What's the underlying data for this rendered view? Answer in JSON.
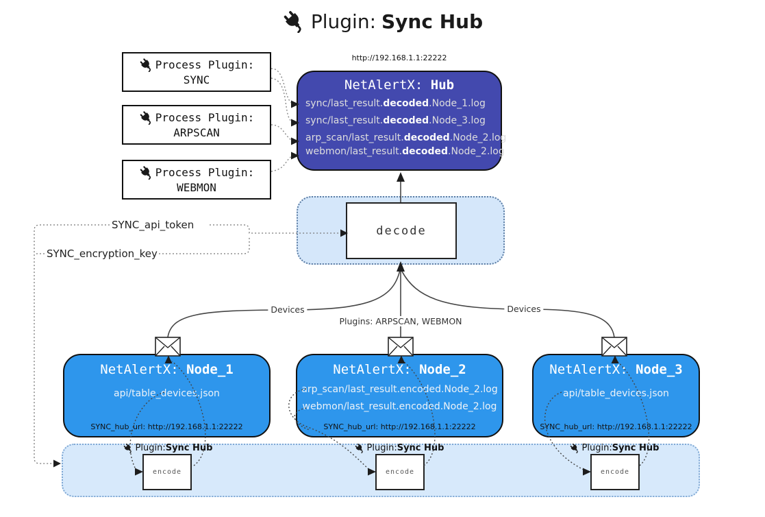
{
  "colors": {
    "hub_fill": "#4349ae",
    "node_fill": "#2e96ec",
    "band_fill": "#d7e9fb",
    "band_border": "#7fa8d4",
    "decode_container_fill": "#d5e7fa",
    "decode_container_border": "#5b7ca3"
  },
  "title": {
    "prefix": "Plugin: ",
    "name": "Sync Hub"
  },
  "process_plugins": [
    {
      "label": "Process Plugin:",
      "name": "SYNC"
    },
    {
      "label": "Process Plugin:",
      "name": "ARPSCAN"
    },
    {
      "label": "Process Plugin:",
      "name": "WEBMON"
    }
  ],
  "hub": {
    "url": "http://192.168.1.1:22222",
    "title_prefix": "NetAlertX: ",
    "title_name": "Hub",
    "logs": [
      {
        "pre": "sync/last_result.",
        "bold": "decoded",
        "post": ".Node_1.log"
      },
      {
        "pre": "sync/last_result.",
        "bold": "decoded",
        "post": ".Node_3.log"
      },
      {
        "pre": "arp_scan/last_result.",
        "bold": "decoded",
        "post": ".Node_2.log"
      },
      {
        "pre": "webmon/last_result.",
        "bold": "decoded",
        "post": ".Node_2.log"
      }
    ]
  },
  "decode_label": "decode",
  "config_labels": {
    "api_token": "SYNC_api_token",
    "encryption_key": "SYNC_encryption_key"
  },
  "edge_labels": {
    "devices_left": "Devices",
    "plugins_middle": "Plugins: ARPSCAN, WEBMON",
    "devices_right": "Devices"
  },
  "nodes": [
    {
      "title_prefix": "NetAlertX: ",
      "title_name": "Node_1",
      "files": [
        "api/table_devices.json"
      ],
      "hub_url": "SYNC_hub_url: http://192.168.1.1:22222"
    },
    {
      "title_prefix": "NetAlertX: ",
      "title_name": "Node_2",
      "files": [
        "arp_scan/last_result.encoded.Node_2.log",
        "webmon/last_result.encoded.Node_2.log"
      ],
      "hub_url": "SYNC_hub_url: http://192.168.1.1:22222"
    },
    {
      "title_prefix": "NetAlertX: ",
      "title_name": "Node_3",
      "files": [
        "api/table_devices.json"
      ],
      "hub_url": "SYNC_hub_url: http://192.168.1.1:22222"
    }
  ],
  "encoders": [
    {
      "plugin_prefix": "Plugin: ",
      "plugin_name": "Sync Hub",
      "label": "encode"
    },
    {
      "plugin_prefix": "Plugin: ",
      "plugin_name": "Sync Hub",
      "label": "encode"
    },
    {
      "plugin_prefix": "Plugin: ",
      "plugin_name": "Sync Hub",
      "label": "encode"
    }
  ]
}
